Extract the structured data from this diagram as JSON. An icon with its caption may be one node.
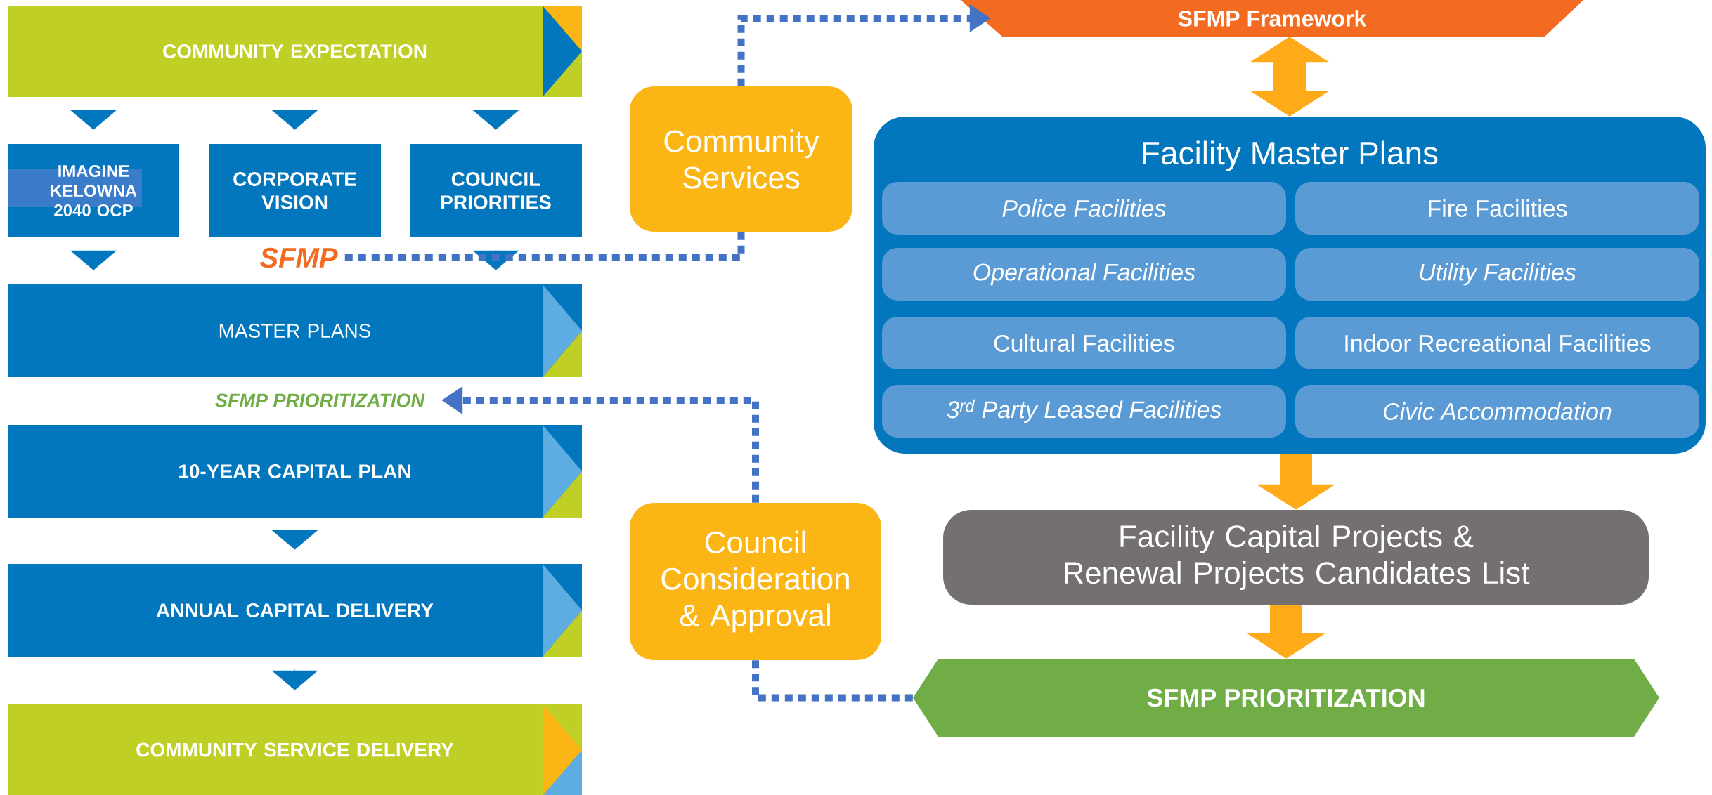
{
  "diagram": {
    "nodes": [
      {
        "text": [
          "COMMUNITY EXPECTATION"
        ]
      },
      {
        "text": [
          "IMAGINE KELOWNA 2040 OCP"
        ]
      },
      {
        "text": [
          "CORPORATE VISION"
        ]
      },
      {
        "text": [
          "COUNCIL PRIORITIES"
        ]
      },
      {
        "text": [
          "SFMP"
        ]
      },
      {
        "text": [
          "MASTER PLANS"
        ]
      },
      {
        "text": [
          "SFMP PRIORITIZATION"
        ]
      },
      {
        "text": [
          "10-YEAR CAPITAL PLAN"
        ]
      },
      {
        "text": [
          "ANNUAL CAPITAL DELIVERY"
        ]
      },
      {
        "text": [
          "COMMUNITY SERVICE DELIVERY"
        ]
      },
      {
        "text": [
          "Community Services"
        ]
      },
      {
        "text": [
          "Council Consideration & Approval"
        ]
      },
      {
        "text": [
          "SFMP Framework"
        ]
      },
      {
        "text": [
          "Facility Master Plans"
        ]
      },
      {
        "text": [
          "Police Facilities"
        ],
        "in": 13
      },
      {
        "text": [
          "Fire Facilities"
        ],
        "in": 13
      },
      {
        "text": [
          "Operational Facilities"
        ],
        "in": 13
      },
      {
        "text": [
          "Utility Facilities"
        ],
        "in": 13
      },
      {
        "text": [
          "Cultural Facilities"
        ],
        "in": 13
      },
      {
        "text": [
          "Indoor Recreational Facilities"
        ],
        "in": 13
      },
      {
        "text": [
          "3$^{rd}$ Party Leased Facilities"
        ],
        "in": 13
      },
      {
        "text": [
          "Civic Accommodation"
        ],
        "in": 13
      },
      {
        "text": [
          "Facility Capital Projects & Renewal Projects Candidates List"
        ]
      },
      {
        "text": [
          "SFMP PRIORITIZATION"
        ]
      }
    ],
    "edges": [
      {
        "from": 0,
        "to": 1,
        "arrow": "to"
      },
      {
        "from": 0,
        "to": 2,
        "arrow": "to"
      },
      {
        "from": 0,
        "to": 3,
        "arrow": "to"
      },
      {
        "from": 1,
        "to": 5,
        "arrow": "to"
      },
      {
        "from": 3,
        "to": 5,
        "arrow": "to"
      },
      {
        "from": 7,
        "to": 8,
        "arrow": "to"
      },
      {
        "from": 8,
        "to": 9,
        "arrow": "to"
      },
      {
        "from": 4,
        "to": 10,
        "arrow": "none",
        "style": "dashed",
        "color": "#4472c4"
      },
      {
        "from": 10,
        "to": 12,
        "arrow": "to",
        "style": "dashed",
        "color": "#4472c4"
      },
      {
        "from": 11,
        "to": 6,
        "arrow": "to",
        "style": "dashed",
        "color": "#4472c4"
      },
      {
        "from": 23,
        "to": 11,
        "arrow": "none",
        "style": "dashed",
        "color": "#4472c4"
      },
      {
        "from": 12,
        "to": 13,
        "arrow": "both",
        "style": "thick",
        "color": "#ffab19"
      },
      {
        "from": 13,
        "to": 22,
        "arrow": "to",
        "style": "thick",
        "color": "#ffab19"
      },
      {
        "from": 22,
        "to": 23,
        "arrow": "to",
        "style": "thick",
        "color": "#ffab19"
      }
    ]
  }
}
